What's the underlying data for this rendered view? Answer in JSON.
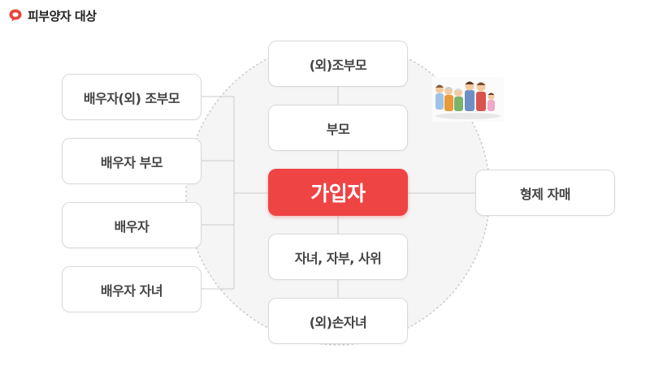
{
  "heading": {
    "icon": "speech-bubble-icon",
    "title": "피부양자 대상",
    "accent_color": "#e8453c"
  },
  "diagram": {
    "center_label": "가입자",
    "center_color": "#ef4444",
    "vertical_chain": {
      "top": "(외)조부모",
      "upper": "부모",
      "lower": "자녀, 자부, 사위",
      "bottom": "(외)손자녀"
    },
    "left_group": [
      "배우자(외) 조부모",
      "배우자 부모",
      "배우자",
      "배우자 자녀"
    ],
    "right_item": "형제 자매",
    "illustration": "family-illustration"
  }
}
